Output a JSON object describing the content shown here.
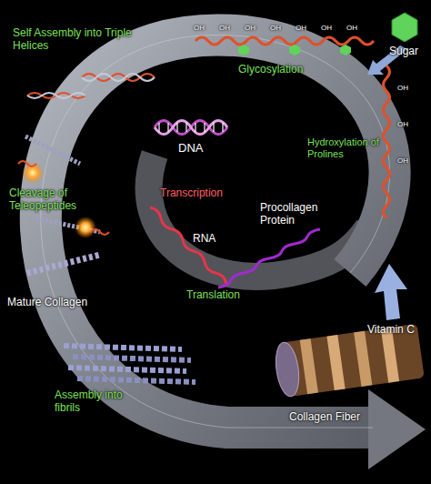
{
  "diagram": {
    "labels": [
      "Self Assembly into Triple Helices",
      "OH",
      "OH",
      "OH",
      "OH",
      "OH",
      "OH",
      "OH",
      "Glycosylation",
      "Sugar",
      "OH",
      "OH",
      "OH",
      "DNA",
      "Hydroxylation of Prolines",
      "Transcription",
      "RNA",
      "Procollagen Protein",
      "Cleavage of Teleopeptides",
      "Translation",
      "Mature Collagen",
      "Vitamin C",
      "Assembly into fibrils",
      "Collagen Fiber"
    ]
  }
}
